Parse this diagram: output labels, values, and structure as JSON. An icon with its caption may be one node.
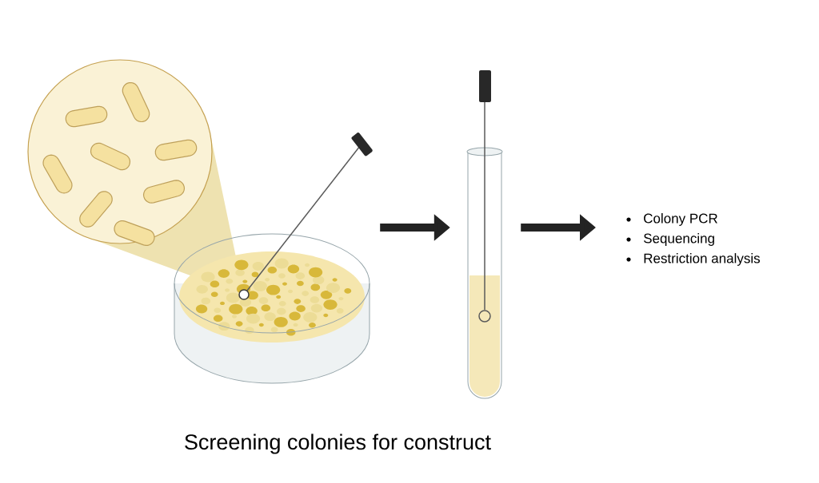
{
  "diagram": {
    "caption": "Screening colonies for construct",
    "nodes": [
      {
        "text": [],
        "shape": "picture"
      },
      {
        "text": [],
        "shape": "picture"
      },
      {
        "text": [
          "Colony PCR",
          "Sequencing",
          "Restriction analysis"
        ]
      }
    ],
    "edges": [
      {
        "from": 0,
        "to": 1,
        "arrow": "to"
      },
      {
        "from": 1,
        "to": 2,
        "arrow": "to"
      }
    ]
  }
}
